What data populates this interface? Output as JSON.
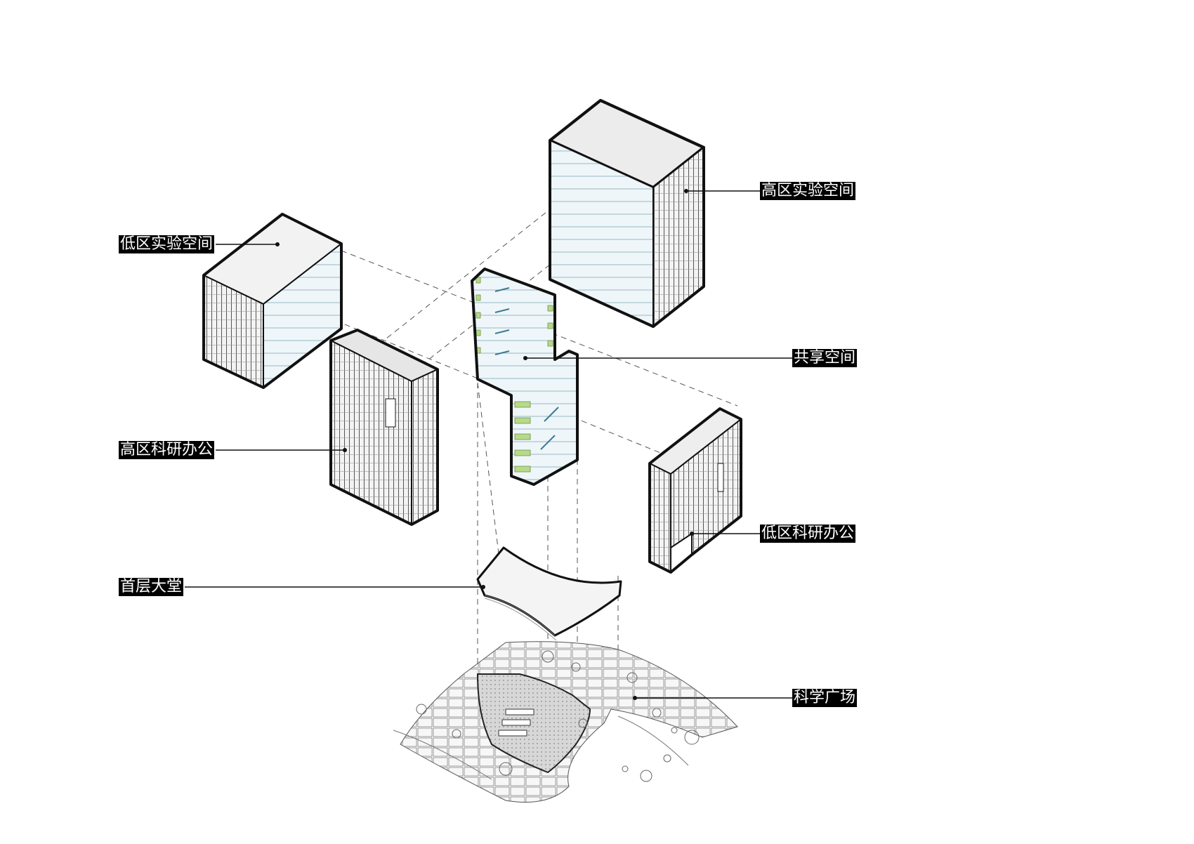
{
  "labels": {
    "high_lab": "高区实验空间",
    "low_lab": "低区实验空间",
    "shared": "共享空间",
    "high_office": "高区科研办公",
    "low_office": "低区科研办公",
    "lobby": "首层大堂",
    "plaza": "科学广场"
  },
  "colors": {
    "line": "#111111",
    "facade": "#f4f4f4",
    "glass": "#eaf4f8",
    "green": "#b7d98a",
    "plaza_fill": "#d9d9d9"
  }
}
